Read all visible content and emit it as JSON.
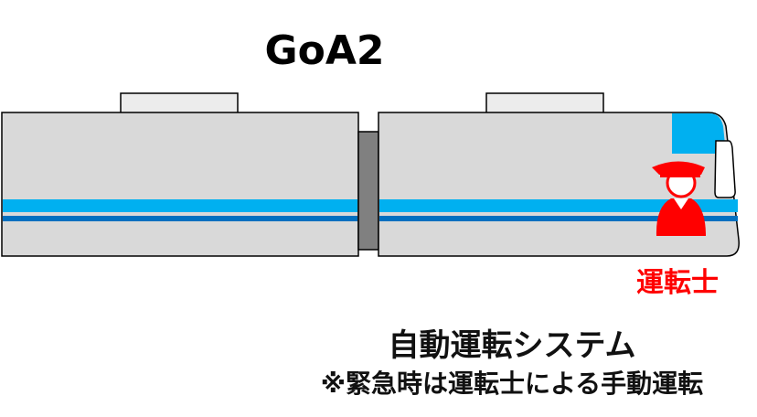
{
  "title": "GoA2",
  "driver_label": "運転士",
  "system_label": "自動運転システム",
  "note": "※緊急時は運転士による手動運転",
  "colors": {
    "car_body": "#d9d9d9",
    "stripe_light": "#00b0f0",
    "stripe_dark": "#0070c0",
    "coupler": "#808080",
    "driver": "#ff0000",
    "window": "#00b0f0"
  },
  "icons": [
    "train-car-icon",
    "train-cab-icon",
    "driver-icon"
  ]
}
